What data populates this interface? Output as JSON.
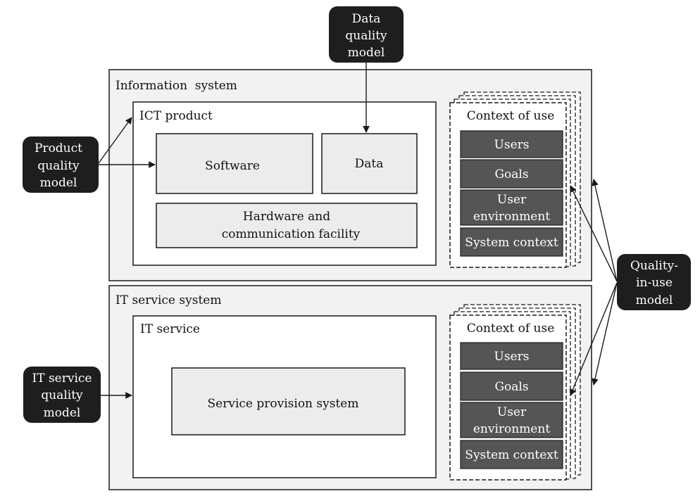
{
  "models": {
    "data_quality": [
      "Data",
      "quality",
      "model"
    ],
    "product_quality": [
      "Product",
      "quality",
      "model"
    ],
    "it_service_quality": [
      "IT service",
      "quality",
      "model"
    ],
    "quality_in_use": [
      "Quality-",
      "in-use",
      "model"
    ]
  },
  "information_system": {
    "title": "Information  system",
    "ict_product": {
      "title": "ICT product",
      "software": "Software",
      "data": "Data",
      "hardware": [
        "Hardware and",
        "communication facility"
      ]
    },
    "context": {
      "title": "Context of use",
      "items": [
        [
          "Users"
        ],
        [
          "Goals"
        ],
        [
          "User",
          "environment"
        ],
        [
          "System context"
        ]
      ]
    }
  },
  "it_service_system": {
    "title": "IT service system",
    "it_service": {
      "title": "IT service",
      "provision": "Service provision system"
    },
    "context": {
      "title": "Context of use",
      "items": [
        [
          "Users"
        ],
        [
          "Goals"
        ],
        [
          "User",
          "environment"
        ],
        [
          "System context"
        ]
      ]
    }
  },
  "colors": {
    "dark_node": "#1e1e1e",
    "context_item": "#555555",
    "panel_fill": "#f2f2f2",
    "inner_fill": "#ececec"
  }
}
